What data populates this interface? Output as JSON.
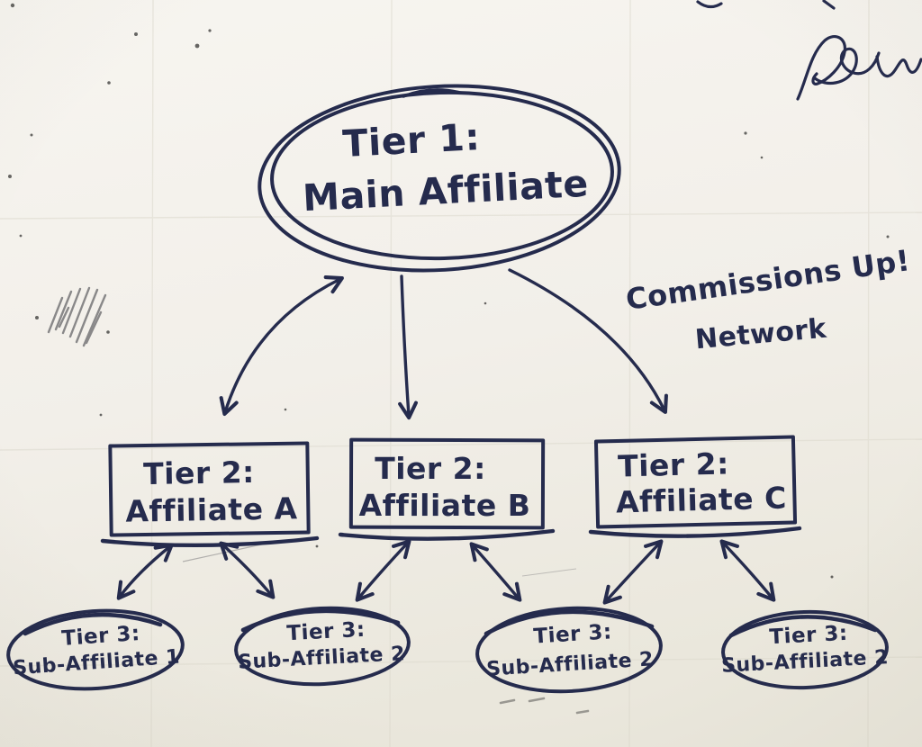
{
  "colors": {
    "ink": "#252b4d",
    "board": "#f2efe9",
    "grid": "#dcd9cd"
  },
  "diagram": {
    "tier1": {
      "line1": "Tier 1:",
      "line2": "Main Affiliate"
    },
    "tier2": [
      {
        "line1": "Tier 2:",
        "line2": "Affiliate A"
      },
      {
        "line1": "Tier 2:",
        "line2": "Affiliate B"
      },
      {
        "line1": "Tier 2:",
        "line2": "Affiliate C"
      }
    ],
    "tier3": [
      {
        "line1": "Tier 3:",
        "line2": "Sub-Affiliate 1"
      },
      {
        "line1": "Tier 3:",
        "line2": "Sub-Affiliate 2"
      },
      {
        "line1": "Tier 3:",
        "line2": "Sub-Affiliate 2"
      },
      {
        "line1": "Tier 3:",
        "line2": "Sub-Affiliate 2"
      }
    ],
    "annotation": {
      "line1": "Commissions Up!",
      "line2": "Network"
    }
  }
}
